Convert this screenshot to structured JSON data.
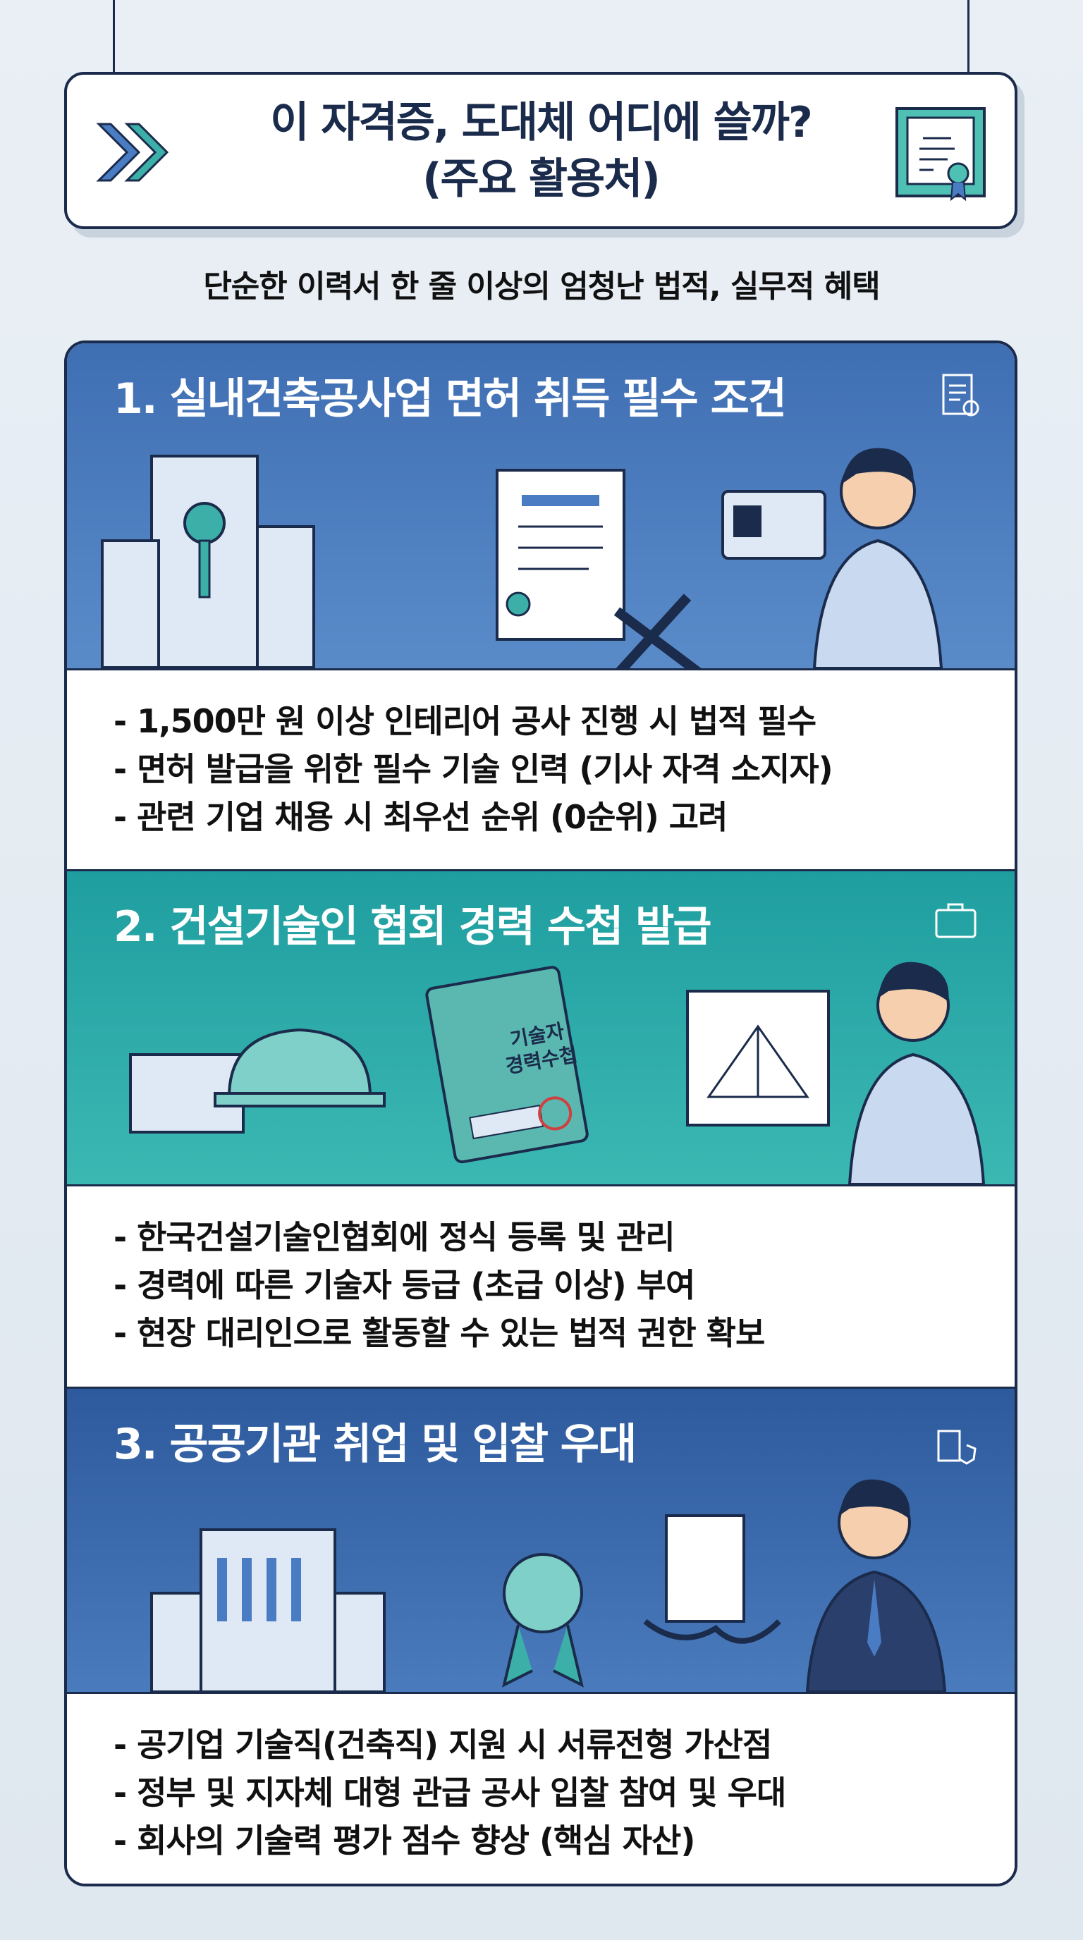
{
  "header": {
    "title_line1": "이 자격증, 도대체 어디에 쓸까?",
    "title_line2": "(주요 활용처)"
  },
  "subtitle": "단순한 이력서 한 줄 이상의 엄청난 법적, 실무적 혜택",
  "sections": [
    {
      "title": "1. 실내건축공사업 면허 취득 필수 조건",
      "bullets": [
        "- 1,500만 원 이상 인테리어 공사 진행 시 법적 필수",
        "- 면허 발급을 위한 필수 기술 인력 (기사 자격 소지자)",
        "- 관련 기업 채용 시 최우선 순위 (0순위) 고려"
      ]
    },
    {
      "title": "2. 건설기술인 협회 경력 수첩 발급",
      "book_line1": "기술자",
      "book_line2": "경력수첩",
      "bullets": [
        "- 한국건설기술인협회에 정식 등록 및 관리",
        "- 경력에 따른 기술자 등급 (초급 이상) 부여",
        "- 현장 대리인으로 활동할 수 있는 법적 권한 확보"
      ]
    },
    {
      "title": "3. 공공기관 취업 및 입찰 우대",
      "bullets": [
        "- 공기업 기술직(건축직) 지원 시 서류전형 가산점",
        "- 정부 및 지자체 대형 관급 공사 입찰 참여 및 우대",
        "- 회사의 기술력 평가 점수 향상 (핵심 자산)"
      ]
    }
  ],
  "colors": {
    "navy": "#1b2b4b",
    "blue": "#3f6fb3",
    "teal": "#1f9ea0"
  }
}
